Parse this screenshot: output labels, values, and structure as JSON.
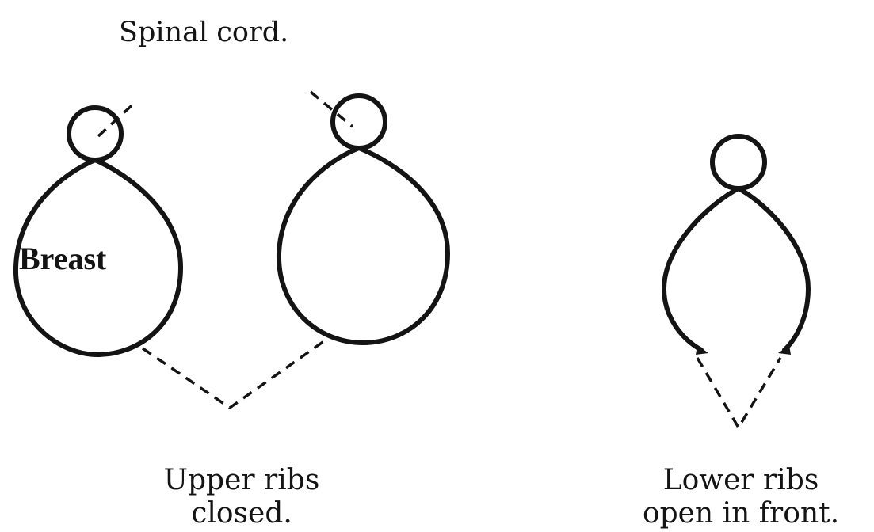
{
  "diagram": {
    "top_label": "Spinal cord.",
    "breast_label": "Breast",
    "upper_caption": {
      "line1": "Upper ribs",
      "line2": "closed."
    },
    "lower_caption": {
      "line1": "Lower ribs",
      "line2": "open in front."
    },
    "ink_color": "#141414",
    "background_color": "#ffffff"
  }
}
